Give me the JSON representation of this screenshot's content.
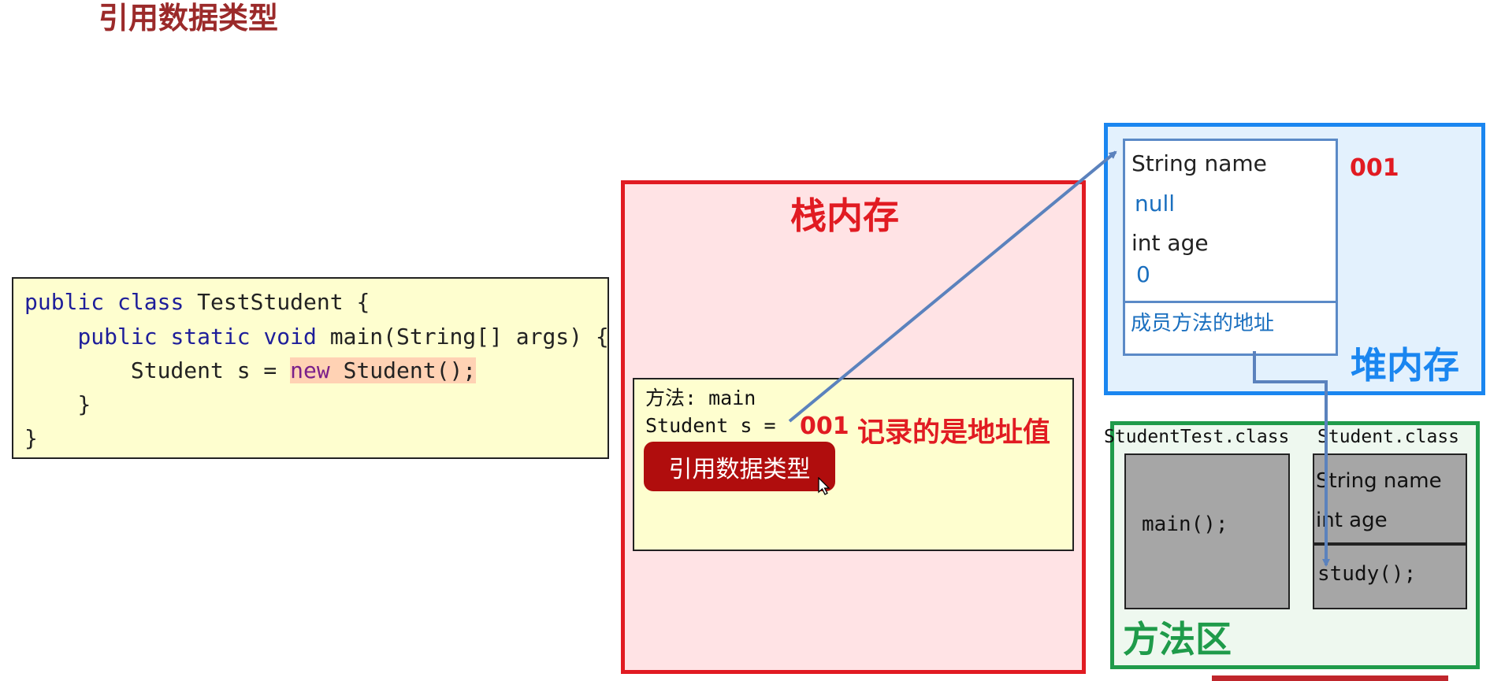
{
  "title": "引用数据类型",
  "code": {
    "line1": {
      "kw1": "public",
      "kw2": "class",
      "rest": " TestStudent {"
    },
    "line2": {
      "kw": "public static void",
      "rest": " main(String[] args) {"
    },
    "line3": {
      "pre": "Student s = ",
      "kw": "new",
      "post": " Student();"
    },
    "line4": "}",
    "line5": "}"
  },
  "stack": {
    "title": "栈内存",
    "frame_method": "方法: main",
    "frame_var": "Student s =",
    "address": "001",
    "note": "记录的是地址值",
    "button_label": "引用数据类型"
  },
  "heap": {
    "title": "堆内存",
    "object_id": "001",
    "field1_name": "String name",
    "field1_value": "null",
    "field2_name": "int age",
    "field2_value": "0",
    "methods_address": "成员方法的地址"
  },
  "method_area": {
    "title": "方法区",
    "class1_name": "StudentTest.class",
    "class1_method": "main();",
    "class2_name": "Student.class",
    "class2_field1": "String name",
    "class2_field2": "int age",
    "class2_method": "study();"
  },
  "colors": {
    "stack": "#e11b22",
    "heap": "#1a86f0",
    "method_area": "#1f9b4a",
    "arrow": "#5b82bd"
  }
}
